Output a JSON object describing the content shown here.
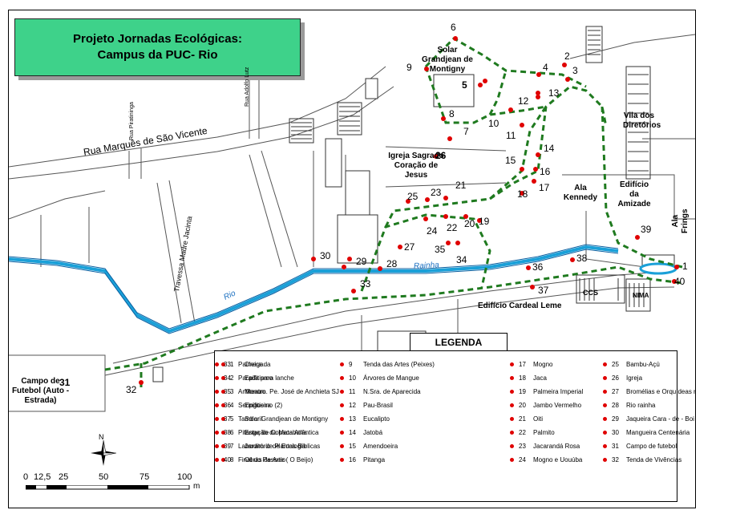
{
  "title": {
    "line1": "Projeto Jornadas Ecológicas:",
    "line2": "Campus da PUC- Rio"
  },
  "colors": {
    "trail": "#1f7a1f",
    "river": "#1aa0d8",
    "marker": "#e00000",
    "title_bg": "#3ed28a"
  },
  "streets": {
    "rua_marques": "Rua Marquês de São Vicente",
    "rua_pirapiringa": "Rua Piratininga",
    "rua_agosto_lutz": "Rua Adolfo Lutz",
    "travessa": "Travessa Madre Jacinta"
  },
  "places": {
    "solar": "Solar Grandjean de Montigny",
    "igreja": "Igreja Sagrado Coração de Jesus",
    "vila": "Vila dos Diretórios",
    "ala_kennedy": "Ala Kennedy",
    "edificio_amizade": "Edifício da Amizade",
    "ala_frings": "Ala Frings",
    "cardeal_leme": "Edifício Cardeal Leme",
    "rio_rainha": "Rainha",
    "rio": "Rio",
    "campo": "Campo de Futebol (Auto - Estrada)",
    "ccs": "CCS",
    "nima": "NIMA"
  },
  "markers": [
    "1",
    "2",
    "3",
    "4",
    "5",
    "6",
    "7",
    "8",
    "9",
    "10",
    "11",
    "12",
    "13",
    "14",
    "15",
    "16",
    "17",
    "18",
    "19",
    "20",
    "21",
    "22",
    "23",
    "24",
    "25",
    "26",
    "27",
    "28",
    "29",
    "30",
    "31",
    "32",
    "33",
    "34",
    "35",
    "36",
    "37",
    "38",
    "39",
    "40"
  ],
  "legend": {
    "title": "LEGENDA",
    "items": [
      {
        "n": "1",
        "t": "Chegada"
      },
      {
        "n": "2",
        "t": "Epífitismo"
      },
      {
        "n": "3",
        "t": "Monum. Pe. José de Anchieta SJ"
      },
      {
        "n": "4",
        "t": "Epífitismo (2)"
      },
      {
        "n": "5",
        "t": "Solar Grandjean de Montigny"
      },
      {
        "n": "6",
        "t": "Estação da Mata Atlântica"
      },
      {
        "n": "7",
        "t": "Jardim de Plantas Bíblicas"
      },
      {
        "n": "8",
        "t": "Obras de Arte ( O Beijo)"
      },
      {
        "n": "9",
        "t": "Tenda das Artes (Peixes)"
      },
      {
        "n": "10",
        "t": "Árvores de Mangue"
      },
      {
        "n": "11",
        "t": "N.Sra. de Aparecida"
      },
      {
        "n": "12",
        "t": "Pau-Brasil"
      },
      {
        "n": "13",
        "t": "Eucalipto"
      },
      {
        "n": "14",
        "t": "Jatobá"
      },
      {
        "n": "15",
        "t": "Amendoeira"
      },
      {
        "n": "16",
        "t": "Pitanga"
      },
      {
        "n": "17",
        "t": "Mogno"
      },
      {
        "n": "18",
        "t": "Jaca"
      },
      {
        "n": "19",
        "t": "Palmeira Imperial"
      },
      {
        "n": "20",
        "t": "Jambo Vermelho"
      },
      {
        "n": "21",
        "t": "Oiti"
      },
      {
        "n": "22",
        "t": "Palmito"
      },
      {
        "n": "23",
        "t": "Jacarandá Rosa"
      },
      {
        "n": "24",
        "t": "Mogno e Uouúba"
      },
      {
        "n": "25",
        "t": "Bambu-Açú"
      },
      {
        "n": "26",
        "t": "Igreja"
      },
      {
        "n": "27",
        "t": "Bromélias e Orquídeas raras"
      },
      {
        "n": "28",
        "t": "Rio rainha"
      },
      {
        "n": "29",
        "t": "Jaqueira Cara - de - Boi"
      },
      {
        "n": "30",
        "t": "Mangueira Centenária"
      },
      {
        "n": "31",
        "t": "Campo de futebol"
      },
      {
        "n": "32",
        "t": "Tenda de Vivências"
      },
      {
        "n": "33",
        "t": "Paineira"
      },
      {
        "n": "34",
        "t": "Parada para lanche"
      },
      {
        "n": "35",
        "t": "Anfiteatro"
      },
      {
        "n": "36",
        "t": "Seringueira"
      },
      {
        "n": "37",
        "t": "Tamboril"
      },
      {
        "n": "38",
        "t": "Pitanga de Copacabana"
      },
      {
        "n": "39",
        "t": "Laboratório de Ecologia"
      },
      {
        "n": "40",
        "t": "Final do Passeio"
      }
    ]
  },
  "compass": {
    "north": "N"
  },
  "scale_bar": {
    "ticks": [
      "0",
      "12,5",
      "25",
      "50",
      "75",
      "100"
    ],
    "unit": "m"
  }
}
